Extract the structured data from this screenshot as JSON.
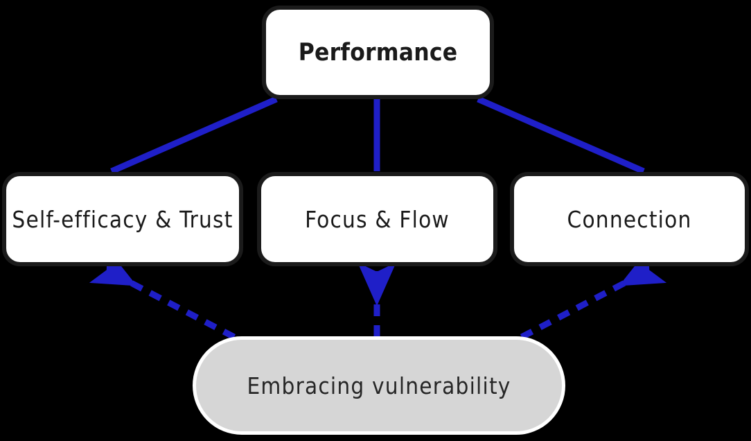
{
  "diagram": {
    "title_node": {
      "id": "performance",
      "label": "Performance",
      "shape": "rounded-rectangle",
      "fill": "#ffffff",
      "border": "#1b1b1b"
    },
    "mediator_nodes": [
      {
        "id": "self-efficacy-trust",
        "label": "Self-efficacy & Trust",
        "shape": "rounded-rectangle",
        "fill": "#ffffff",
        "border": "#1b1b1b"
      },
      {
        "id": "focus-flow",
        "label": "Focus & Flow",
        "shape": "rounded-rectangle",
        "fill": "#ffffff",
        "border": "#1b1b1b"
      },
      {
        "id": "connection",
        "label": "Connection",
        "shape": "rounded-rectangle",
        "fill": "#ffffff",
        "border": "#1b1b1b"
      }
    ],
    "moderator_node": {
      "id": "embracing-vulnerability",
      "label": "Embracing vulnerability",
      "shape": "pill",
      "fill": "#d6d6d6",
      "border": "#ffffff"
    },
    "edges": [
      {
        "id": "edge-performance-self-efficacy",
        "from": "performance",
        "to": "self-efficacy-trust",
        "style": "solid",
        "arrow": false,
        "color": "#1f1fc8"
      },
      {
        "id": "edge-performance-focus-flow",
        "from": "performance",
        "to": "focus-flow",
        "style": "solid",
        "arrow": false,
        "color": "#1f1fc8"
      },
      {
        "id": "edge-performance-connection",
        "from": "performance",
        "to": "connection",
        "style": "solid",
        "arrow": false,
        "color": "#1f1fc8"
      },
      {
        "id": "edge-vulnerability-self-efficacy",
        "from": "embracing-vulnerability",
        "to": "self-efficacy-trust",
        "style": "dashed",
        "arrow": true,
        "color": "#1f1fc8"
      },
      {
        "id": "edge-vulnerability-focus-flow",
        "from": "embracing-vulnerability",
        "to": "focus-flow",
        "style": "dashed",
        "arrow": true,
        "color": "#1f1fc8"
      },
      {
        "id": "edge-vulnerability-connection",
        "from": "embracing-vulnerability",
        "to": "connection",
        "style": "dashed",
        "arrow": true,
        "color": "#1f1fc8"
      }
    ],
    "colors": {
      "background": "#000000",
      "edge_blue": "#1f1fc8",
      "node_fill": "#ffffff",
      "node_border": "#1b1b1b",
      "moderator_fill": "#d6d6d6",
      "moderator_border": "#ffffff",
      "text": "#1a1a1a"
    }
  }
}
